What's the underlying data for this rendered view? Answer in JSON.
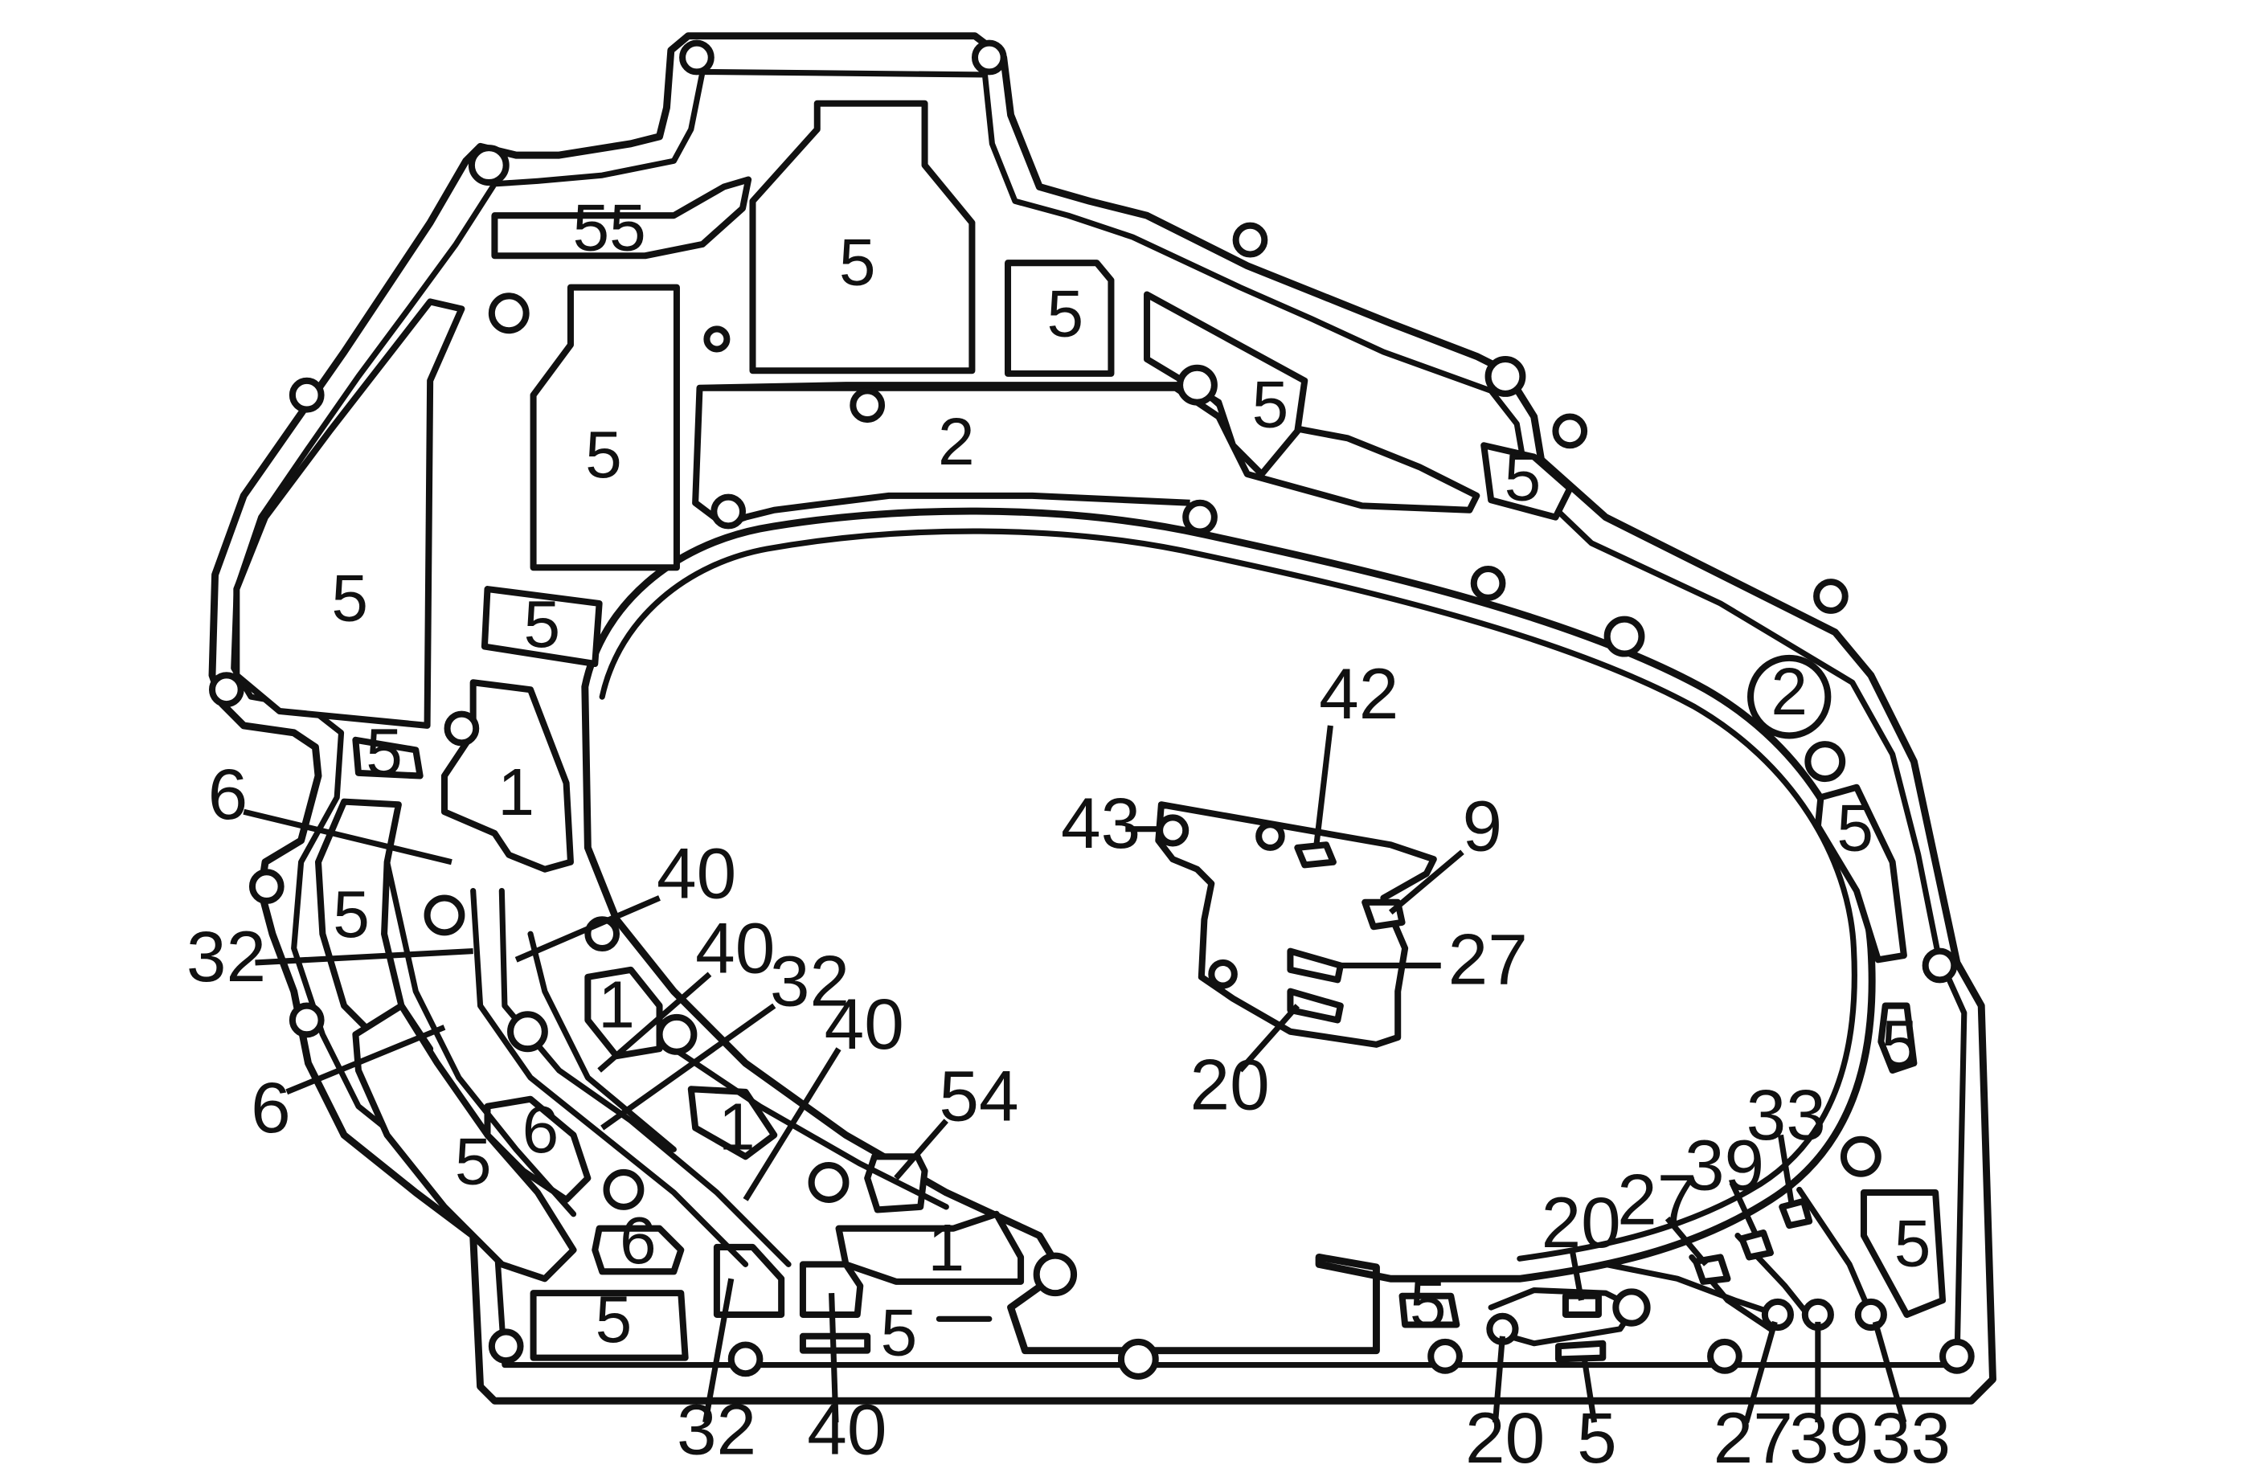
{
  "outer_labels": {
    "l42": "42",
    "l43": "43",
    "l9": "9",
    "l27a": "27",
    "l20a": "20",
    "l6a": "6",
    "l32a": "32",
    "l6b": "6",
    "l40a": "40",
    "l40b": "40",
    "l32b": "32",
    "l40c": "40",
    "l54": "54",
    "l32c": "32",
    "l40d": "40",
    "l20b": "20",
    "l27b": "27",
    "l39a": "39",
    "l33a": "33",
    "l20c": "20",
    "l5b": "5",
    "l27c": "27",
    "l39b": "39",
    "l33b": "33"
  },
  "inner_labels": {
    "i55": "55",
    "i5a": "5",
    "i5b": "5",
    "i5c": "5",
    "i5d": "5",
    "i5e": "5",
    "i5f": "5",
    "i2a": "2",
    "i5g": "5",
    "i5h": "5",
    "i2b": "2",
    "i1a": "1",
    "i5i": "5",
    "i5j": "5",
    "i5k": "5",
    "i1b": "1",
    "i6a": "6",
    "i1c": "1",
    "i5l": "5",
    "i6b": "6",
    "i1d": "1",
    "i5m": "5",
    "i5n": "5",
    "i5o": "5",
    "i5p": "5",
    "i5q": "5"
  }
}
